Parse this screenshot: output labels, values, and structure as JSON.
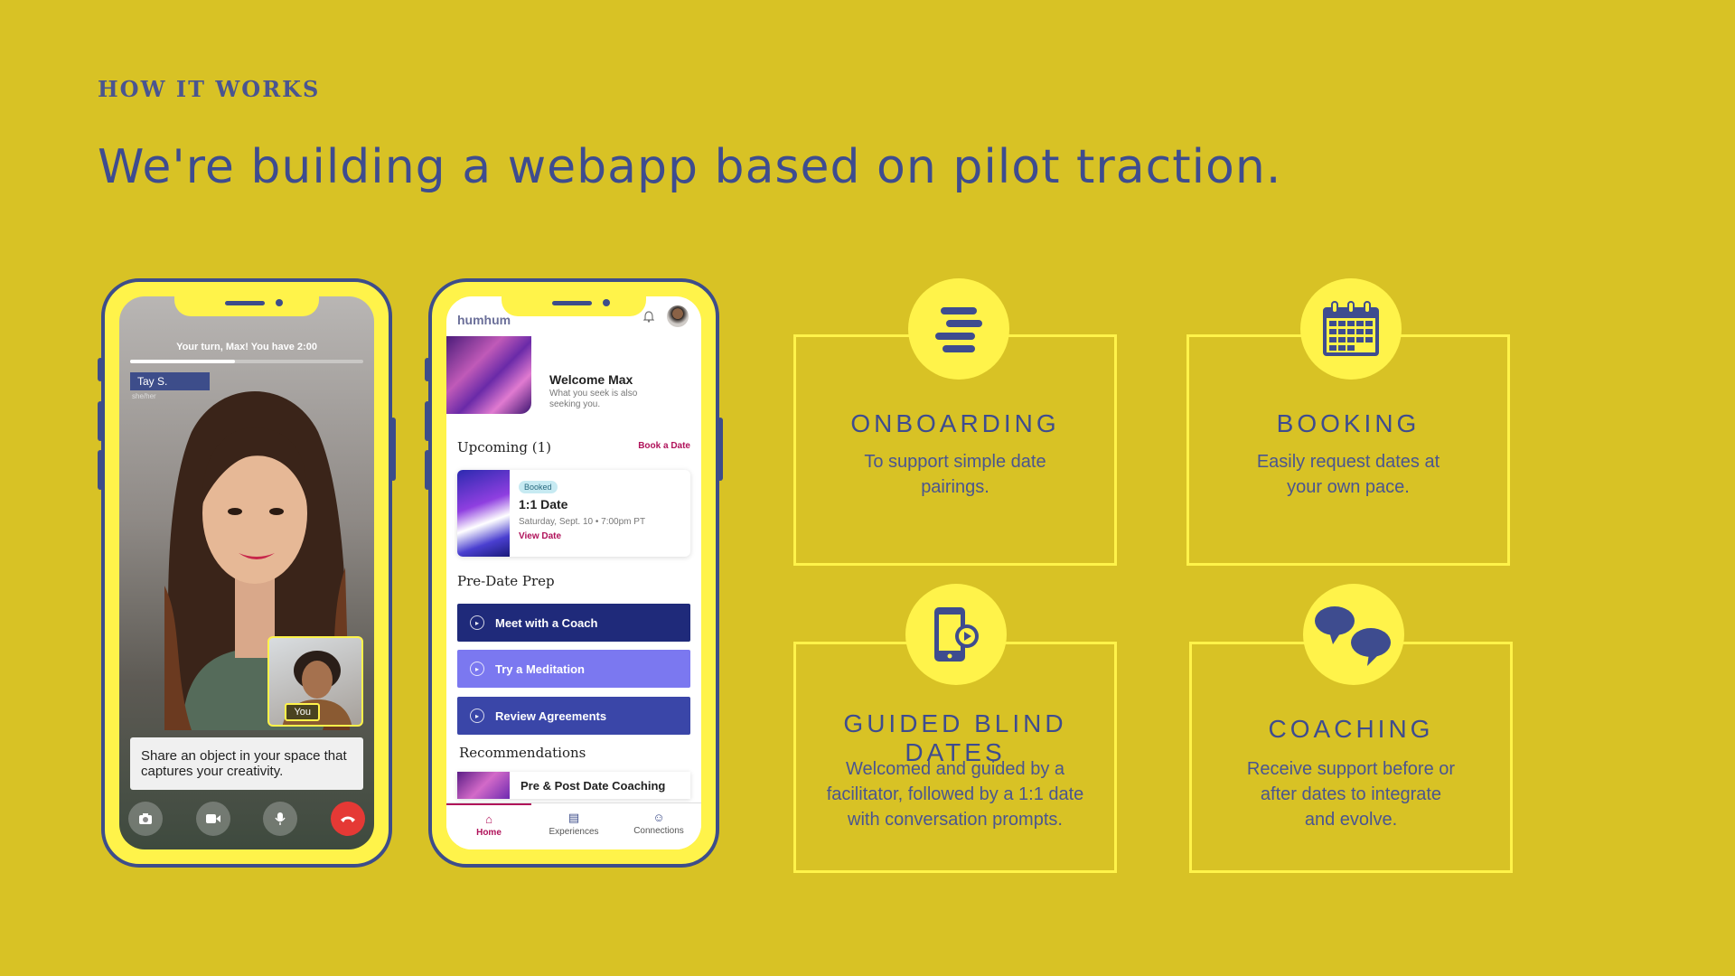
{
  "header": {
    "eyebrow": "HOW IT WORKS",
    "headline": "We're building a webapp based on pilot traction."
  },
  "video_call": {
    "turn_text": "Your turn, Max! You have 2:00",
    "progress": 0.45,
    "partner_name": "Tay S.",
    "partner_pronouns": "she/her",
    "self_label": "You",
    "prompt": "Share an object in your space that captures your creativity."
  },
  "app": {
    "logo": "humhum",
    "welcome_title": "Welcome Max",
    "welcome_sub": "What you seek is also seeking you.",
    "upcoming_title": "Upcoming (1)",
    "book_link": "Book a Date",
    "date_badge": "Booked",
    "date_title": "1:1 Date",
    "date_when": "Saturday, Sept. 10 • 7:00pm PT",
    "date_view": "View Date",
    "prep_title": "Pre-Date Prep",
    "actions": [
      {
        "label": "Meet with a Coach",
        "color": "#1f2a7a"
      },
      {
        "label": "Try a Meditation",
        "color": "#7b78f0"
      },
      {
        "label": "Review Agreements",
        "color": "#3a46a8"
      }
    ],
    "recommendations_title": "Recommendations",
    "rec_item": "Pre & Post Date Coaching",
    "tabs": [
      "Home",
      "Experiences",
      "Connections"
    ]
  },
  "features": [
    {
      "title": "ONBOARDING",
      "text": "To support simple date pairings.",
      "icon": "lines-icon"
    },
    {
      "title": "BOOKING",
      "text": "Easily request dates at your own pace.",
      "icon": "calendar-icon"
    },
    {
      "title": "GUIDED BLIND DATES",
      "text": "Welcomed and guided by a facilitator, followed by a 1:1 date with conversation prompts.",
      "icon": "phone-video-icon"
    },
    {
      "title": "COACHING",
      "text": "Receive support before or after dates to integrate and evolve.",
      "icon": "chat-bubbles-icon"
    }
  ],
  "colors": {
    "background": "#d8c225",
    "accent_yellow": "#fff34a",
    "navy": "#3e4c8f",
    "link_magenta": "#b0125a"
  }
}
